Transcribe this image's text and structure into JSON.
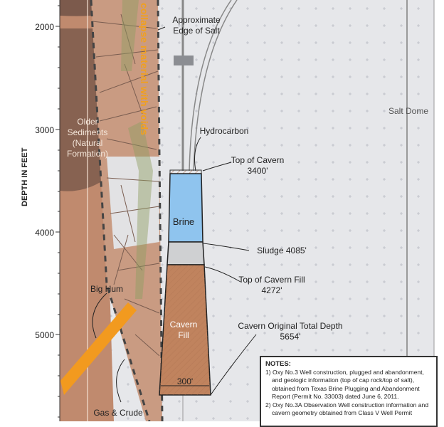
{
  "axis": {
    "title": "DEPTH IN FEET",
    "ticks": [
      "2000",
      "3000",
      "4000",
      "5000"
    ]
  },
  "labels": {
    "edge_of_salt": [
      "Approximate",
      "Edge of Salt"
    ],
    "collapse": "collapse material with voids",
    "older_sediments": [
      "Older",
      "Sediments",
      "(Natural",
      "Formation)"
    ],
    "hydrocarbon": "Hydrocarbon",
    "top_of_cavern": [
      "Top of Cavern",
      "3400'"
    ],
    "brine": "Brine",
    "sludge": "Sludge 4085'",
    "top_of_fill": [
      "Top of Cavern Fill",
      "4272'"
    ],
    "cavern_fill": [
      "Cavern",
      "Fill"
    ],
    "original_depth": [
      "Cavern Original Total Depth",
      "5654'"
    ],
    "width": "300'",
    "big_hum": "Big Hum",
    "gas_crude": "Gas & Crude",
    "salt_dome": "Salt Dome"
  },
  "notes": {
    "title": "NOTES:",
    "items": [
      "1) Oxy No.3 Well construction, plugged and abandonment, and geologic information (top of cap rock/top of salt), obtained from Texas Brine Plugging and Abandonment Report (Permit No. 33003) dated June 6, 2011.",
      "2) Oxy No.3A Observation Well construction information and cavern geometry obtained from Class V Well Permit"
    ]
  },
  "colors": {
    "salt": "#e6e7ea",
    "sediment": "#c08a6e",
    "sediment_dark": "#7c5a4c",
    "brine": "#8fc4ee",
    "fill": "#c0835e",
    "orange": "#f29a1f"
  }
}
